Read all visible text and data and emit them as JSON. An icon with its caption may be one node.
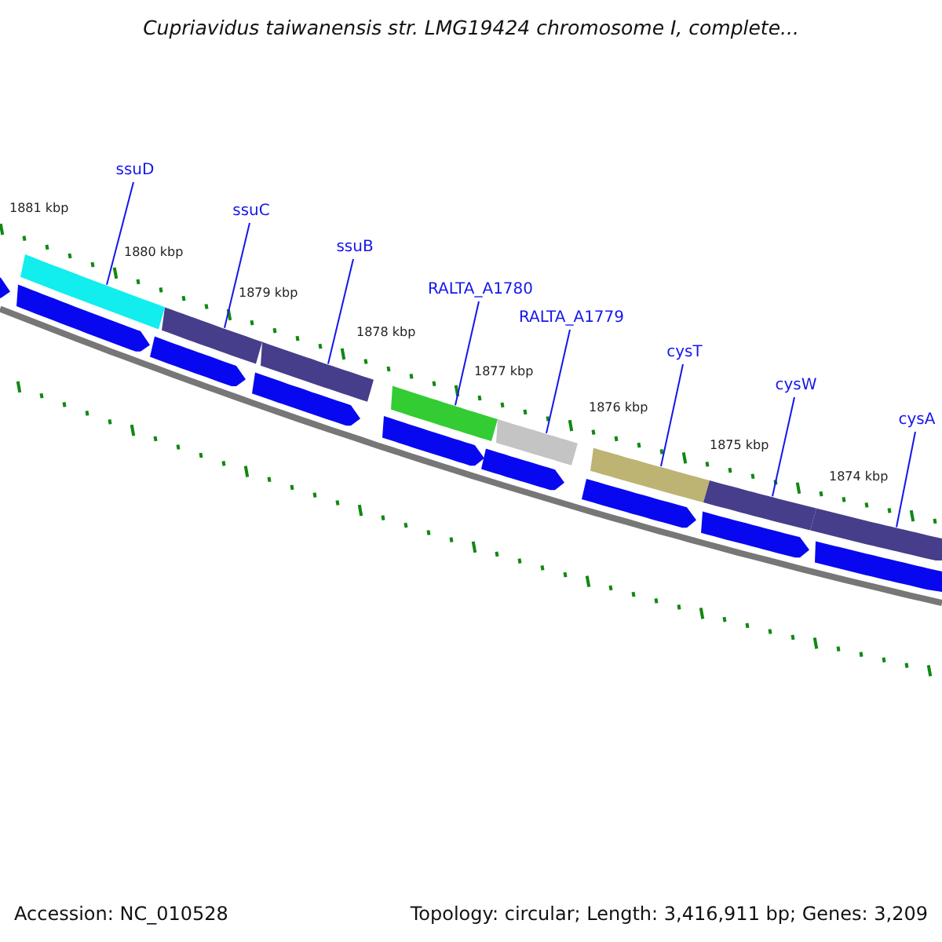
{
  "diagram": {
    "title": "Cupriavidus taiwanensis str. LMG19424 chromosome I, complete...",
    "nodes": [
      {
        "text": [
          "ssuD"
        ]
      },
      {
        "text": [
          "ssuC"
        ]
      },
      {
        "text": [
          "ssuB"
        ]
      },
      {
        "text": [
          "RALTA_A1780"
        ]
      },
      {
        "text": [
          "RALTA_A1779"
        ]
      },
      {
        "text": [
          "cysT"
        ]
      },
      {
        "text": [
          "cysW"
        ]
      },
      {
        "text": [
          "cysA"
        ]
      },
      {
        "text": [],
        "shape": "bar"
      },
      {
        "text": [],
        "shape": "bar"
      },
      {
        "text": [],
        "shape": "bar"
      },
      {
        "text": [],
        "shape": "bar"
      },
      {
        "text": [],
        "shape": "bar"
      },
      {
        "text": [],
        "shape": "bar"
      },
      {
        "text": [],
        "shape": "bar"
      },
      {
        "text": [],
        "shape": "bar"
      },
      {
        "text": [],
        "shape": "bar"
      },
      {
        "text": [],
        "shape": "bar"
      },
      {
        "text": [],
        "shape": "bar"
      },
      {
        "text": [],
        "shape": "bar"
      },
      {
        "text": [],
        "shape": "bar"
      },
      {
        "text": [],
        "shape": "bar"
      },
      {
        "text": [],
        "shape": "bar"
      },
      {
        "text": [],
        "shape": "bar"
      },
      {
        "text": [],
        "shape": "bar"
      }
    ],
    "edges": [
      {
        "from": 0,
        "to": 8,
        "arrow": "none"
      },
      {
        "from": 1,
        "to": 9,
        "arrow": "none"
      },
      {
        "from": 2,
        "to": 10,
        "arrow": "none"
      },
      {
        "from": 3,
        "to": 11,
        "arrow": "none"
      },
      {
        "from": 4,
        "to": 12,
        "arrow": "none"
      },
      {
        "from": 5,
        "to": 13,
        "arrow": "none"
      },
      {
        "from": 6,
        "to": 14,
        "arrow": "none"
      },
      {
        "from": 7,
        "to": 15,
        "arrow": "none"
      }
    ],
    "labels": [
      "1881 kbp",
      "1880 kbp",
      "1879 kbp",
      "1878 kbp",
      "1877 kbp",
      "1876 kbp",
      "1875 kbp",
      "1874 kbp",
      "Accession: NC_010528",
      "Topology: circular; Length: 3,416,911 bp; Genes: 3,209"
    ]
  }
}
